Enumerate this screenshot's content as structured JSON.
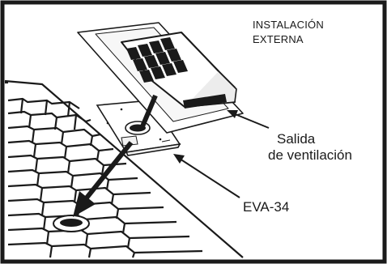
{
  "title": {
    "line1": "INSTALACIÓN",
    "line2": "EXTERNA"
  },
  "callouts": {
    "vent_line1": "Salida",
    "vent_line2": "de ventilación",
    "flange": "EVA-34"
  },
  "colors": {
    "ink": "#1a1a1a",
    "background": "#ffffff",
    "light_fill": "#f2f2f2"
  }
}
